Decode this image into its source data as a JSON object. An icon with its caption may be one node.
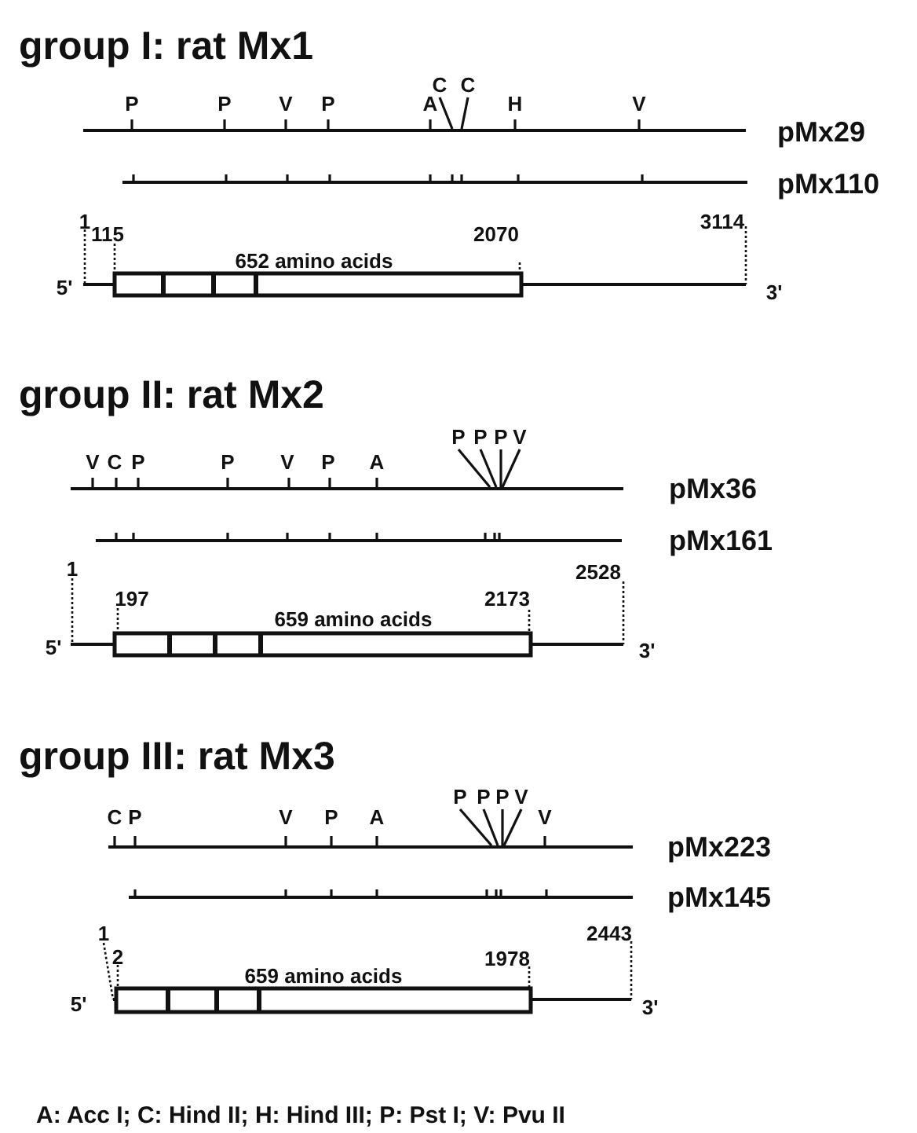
{
  "diagram": {
    "caption": "A: Acc I; C: Hind II; H: Hind III; P: Pst I; V: Pvu II",
    "labels": [
      "group I: rat Mx1",
      "P",
      "P",
      "V",
      "P",
      "C",
      "C",
      "A",
      "H",
      "V",
      "pMx29",
      "pMx110",
      "1",
      "115",
      "2070",
      "3114",
      "652 amino acids",
      "5'",
      "3'",
      "group II: rat Mx2",
      "P",
      "P",
      "P",
      "V",
      "V",
      "C",
      "P",
      "P",
      "V",
      "P",
      "A",
      "pMx36",
      "pMx161",
      "1",
      "2528",
      "197",
      "2173",
      "659 amino acids",
      "5'",
      "3'",
      "group III: rat Mx3",
      "P",
      "P",
      "P",
      "V",
      "C",
      "P",
      "V",
      "P",
      "A",
      "V",
      "pMx223",
      "pMx145",
      "1",
      "2443",
      "2",
      "1978",
      "659 amino acids",
      "5'",
      "3'"
    ]
  }
}
